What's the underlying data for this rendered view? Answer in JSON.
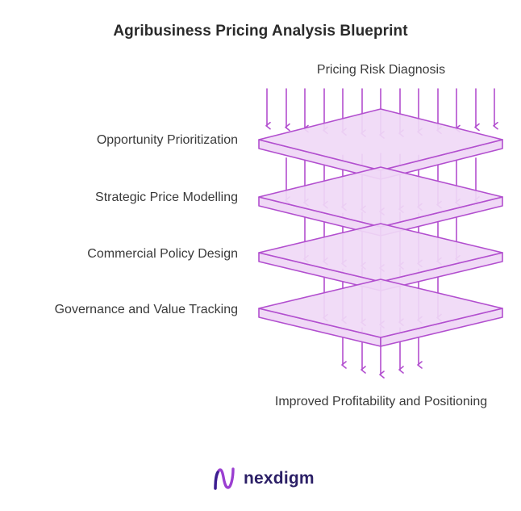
{
  "title": "Agribusiness Pricing Analysis Blueprint",
  "input_label": "Pricing Risk Diagnosis",
  "layers": [
    "Opportunity Prioritization",
    "Strategic Price Modelling",
    "Commercial Policy Design",
    "Governance and Value Tracking"
  ],
  "output_label": "Improved Profitability and Positioning",
  "brand": {
    "name": "nexdigm",
    "text_color": "#2b1f66"
  },
  "colors": {
    "layer_fill": "#f0d9f6",
    "layer_stroke": "#b24fcf",
    "arrow": "#b24fcf"
  },
  "icons": {
    "arrow": "down-arrow-icon",
    "logo": "nexdigm-logo-mark"
  }
}
